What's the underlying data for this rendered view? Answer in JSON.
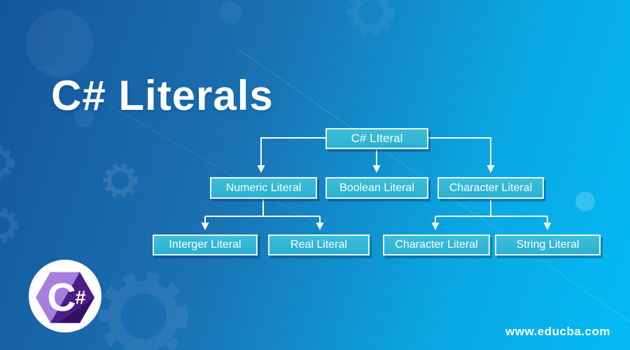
{
  "title": "C# Literals",
  "website": "www.educba.com",
  "logo": {
    "letter": "C",
    "hash": "#"
  },
  "colors": {
    "background_start": "#14569a",
    "background_mid": "#1a71b2",
    "background_end": "#04bbf4",
    "node_fill": "#2fb4d2",
    "node_border": "#e9f7fa",
    "node_text": "#ffffff",
    "connector": "#f4fbfd",
    "logo_light_purple": "#a480dc",
    "logo_dark_purple": "#4b1d86",
    "logo_darkest_purple": "#340f62"
  },
  "diagram": {
    "nodes": [
      {
        "id": "root",
        "label": "C# LIteral"
      },
      {
        "id": "numeric",
        "label": "Numeric Literal"
      },
      {
        "id": "boolean",
        "label": "Boolean Literal"
      },
      {
        "id": "character",
        "label": "Character Literal"
      },
      {
        "id": "integer",
        "label": "Interger Literal"
      },
      {
        "id": "real",
        "label": "Real Literal"
      },
      {
        "id": "character2",
        "label": "Character Literal"
      },
      {
        "id": "string",
        "label": "String Literal"
      }
    ],
    "edges": [
      [
        "root",
        "numeric"
      ],
      [
        "root",
        "boolean"
      ],
      [
        "root",
        "character"
      ],
      [
        "numeric",
        "integer"
      ],
      [
        "numeric",
        "real"
      ],
      [
        "character",
        "character2"
      ],
      [
        "character",
        "string"
      ]
    ]
  }
}
